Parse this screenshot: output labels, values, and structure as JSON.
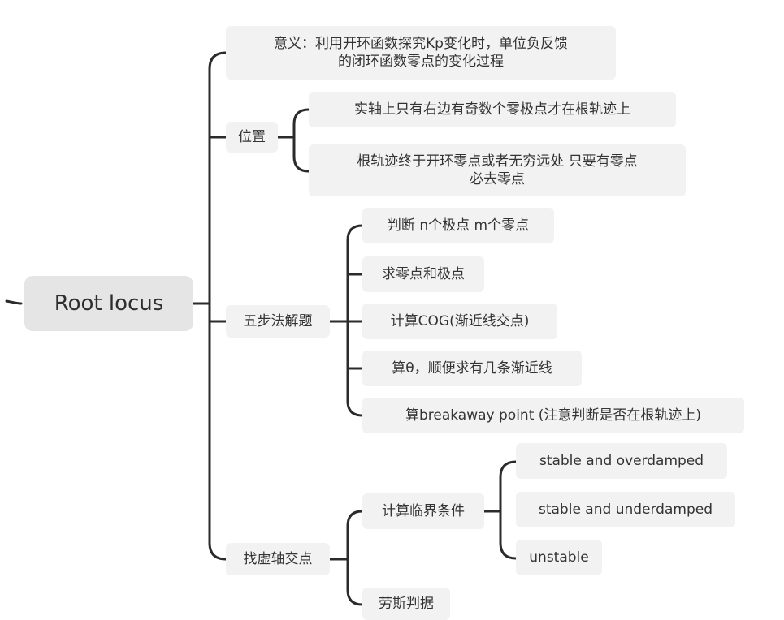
{
  "root": {
    "label": "Root locus"
  },
  "branches": {
    "meaning": {
      "line1": "意义：利用开环函数探究Kp变化时，单位负反馈",
      "line2": "的闭环函数零点的变化过程"
    },
    "position": {
      "label": "位置",
      "children": [
        {
          "text": "实轴上只有右边有奇数个零极点才在根轨迹上"
        },
        {
          "line1": "根轨迹终于开环零点或者无穷远处 只要有零点",
          "line2": "必去零点"
        }
      ]
    },
    "five_steps": {
      "label": "五步法解题",
      "children": [
        "判断 n个极点 m个零点",
        "求零点和极点",
        "计算COG(渐近线交点)",
        "算θ，顺便求有几条渐近线",
        "算breakaway point (注意判断是否在根轨迹上)"
      ]
    },
    "imag_axis": {
      "label": "找虚轴交点",
      "critical": {
        "label": "计算临界条件",
        "children": [
          "stable and overdamped",
          "stable and underdamped",
          "unstable"
        ]
      },
      "routh": {
        "label": "劳斯判据"
      }
    }
  },
  "colors": {
    "line": "#2b2b2b",
    "node_bg": "#f2f2f2",
    "root_bg": "#e5e5e5",
    "text": "#333333"
  }
}
